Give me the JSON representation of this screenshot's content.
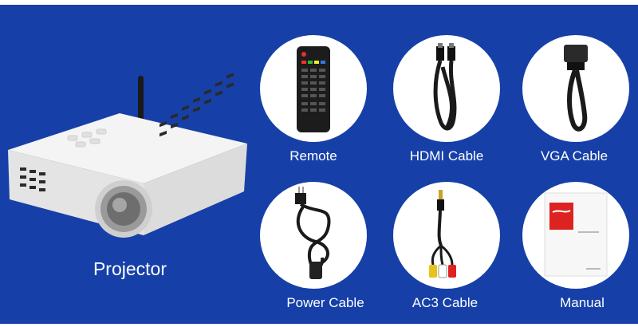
{
  "projector": {
    "label": "Projector"
  },
  "accessories": [
    {
      "label": "Remote",
      "icon": "remote-control-icon"
    },
    {
      "label": "HDMI Cable",
      "icon": "hdmi-cable-icon"
    },
    {
      "label": "VGA Cable",
      "icon": "vga-cable-icon"
    },
    {
      "label": "Power Cable",
      "icon": "power-cable-icon"
    },
    {
      "label": "AC3 Cable",
      "icon": "av-cable-icon"
    },
    {
      "label": "Manual",
      "icon": "manual-booklet-icon"
    }
  ],
  "colors": {
    "background": "#1640a8",
    "circle": "#ffffff",
    "text": "#ffffff"
  }
}
